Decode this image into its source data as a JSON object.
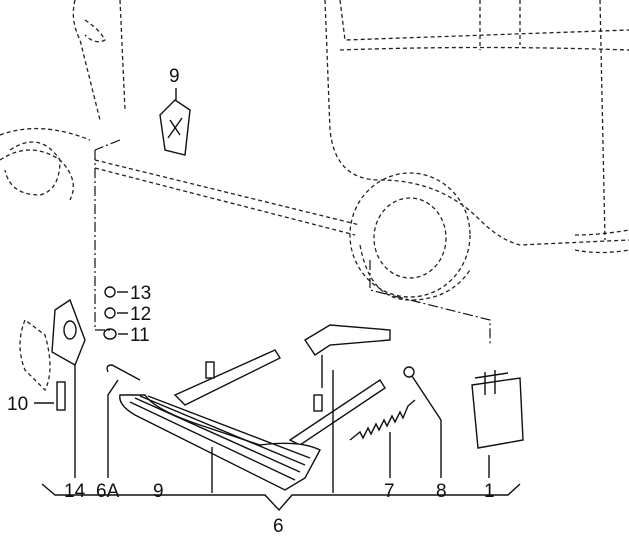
{
  "diagram": {
    "callouts": {
      "top_9": "9",
      "c13": "13",
      "c12": "12",
      "c11": "11",
      "c10": "10",
      "c14": "14",
      "c6A": "6A",
      "c9": "9",
      "c7": "7",
      "c8": "8",
      "c1": "1",
      "c6": "6"
    }
  }
}
